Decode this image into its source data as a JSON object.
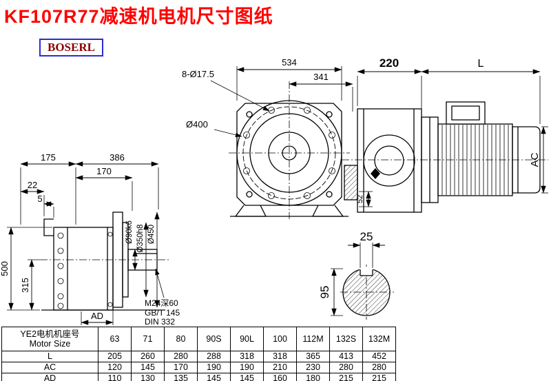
{
  "page": {
    "title": "KF107R77减速机电机尺寸图纸",
    "logo": "BOSERL"
  },
  "colors": {
    "title_red": "#ff0000",
    "logo_text": "#8b0000",
    "logo_border": "#2b2bd4",
    "drawing_line": "#000000"
  },
  "front_view": {
    "dim_width": "534",
    "dim_inner": "341",
    "bolt_holes": "8-Ø17.5",
    "flange_dia": "Ø400"
  },
  "side_view": {
    "dim_reducer": "220",
    "dim_motor_len": "L",
    "dim_motor_dia": "AC",
    "dim_shaft": "52"
  },
  "left_view": {
    "dim_175": "175",
    "dim_386": "386",
    "dim_170": "170",
    "dim_22": "22",
    "dim_5": "5",
    "dim_500": "500",
    "dim_315": "315",
    "dim_ad": "AD",
    "shaft_dia": "Ø90k6",
    "spigot_dia": "Ø350h8",
    "flange_dia": "Ø450",
    "tap_callout": "M24深60",
    "tap_std_1": "GB/T 145",
    "tap_std_2": "DIN 332"
  },
  "shaft_section": {
    "key_width": "25",
    "shaft_dia": "95"
  },
  "table": {
    "header_cn": "YE2电机机座号",
    "header_en": "Motor Size",
    "sizes": [
      "63",
      "71",
      "80",
      "90S",
      "90L",
      "100",
      "112M",
      "132S",
      "132M"
    ],
    "rows": [
      {
        "label": "L",
        "values": [
          "205",
          "260",
          "280",
          "288",
          "318",
          "318",
          "365",
          "413",
          "452"
        ]
      },
      {
        "label": "AC",
        "values": [
          "120",
          "145",
          "170",
          "190",
          "190",
          "210",
          "230",
          "280",
          "280"
        ]
      },
      {
        "label": "AD",
        "values": [
          "110",
          "130",
          "135",
          "145",
          "145",
          "160",
          "180",
          "215",
          "215"
        ]
      }
    ]
  }
}
